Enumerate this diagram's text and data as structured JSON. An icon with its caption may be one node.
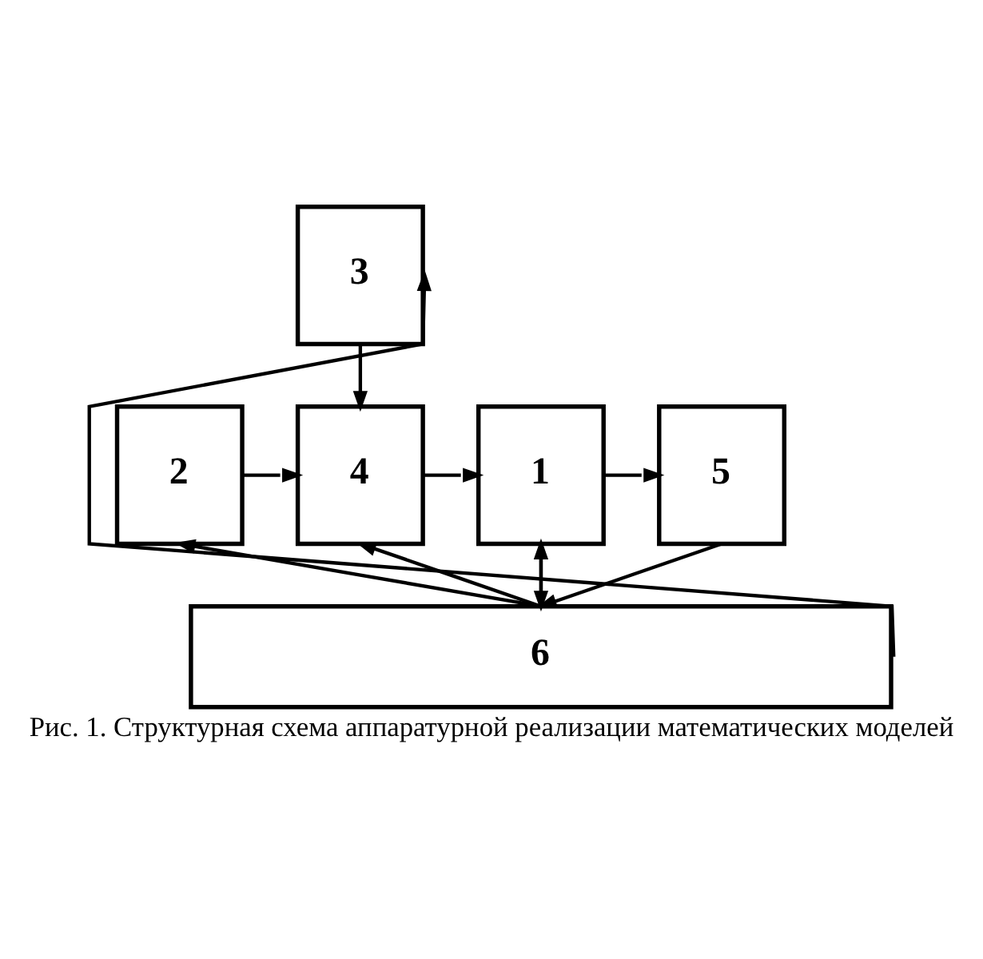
{
  "diagram": {
    "caption": "Рис. 1. Структурная схема аппаратурной реализации математических моделей",
    "nodes": [
      {
        "text": [
          "3"
        ]
      },
      {
        "text": [
          "2"
        ]
      },
      {
        "text": [
          "4"
        ]
      },
      {
        "text": [
          "1"
        ]
      },
      {
        "text": [
          "5"
        ]
      },
      {
        "text": [
          "6"
        ]
      }
    ],
    "edges": [
      {
        "from": 0,
        "to": 2,
        "arrow": "to"
      },
      {
        "from": 1,
        "to": 2,
        "arrow": "to"
      },
      {
        "from": 2,
        "to": 3,
        "arrow": "to"
      },
      {
        "from": 3,
        "to": 4,
        "arrow": "to"
      },
      {
        "from": 5,
        "to": 1,
        "arrow": "to"
      },
      {
        "from": 5,
        "to": 2,
        "arrow": "to"
      },
      {
        "from": 3,
        "to": 5,
        "arrow": "to"
      },
      {
        "from": 5,
        "to": 3,
        "arrow": "to"
      },
      {
        "from": 4,
        "to": 5,
        "arrow": "to"
      },
      {
        "from": 5,
        "to": 0,
        "arrow": "to"
      }
    ]
  }
}
